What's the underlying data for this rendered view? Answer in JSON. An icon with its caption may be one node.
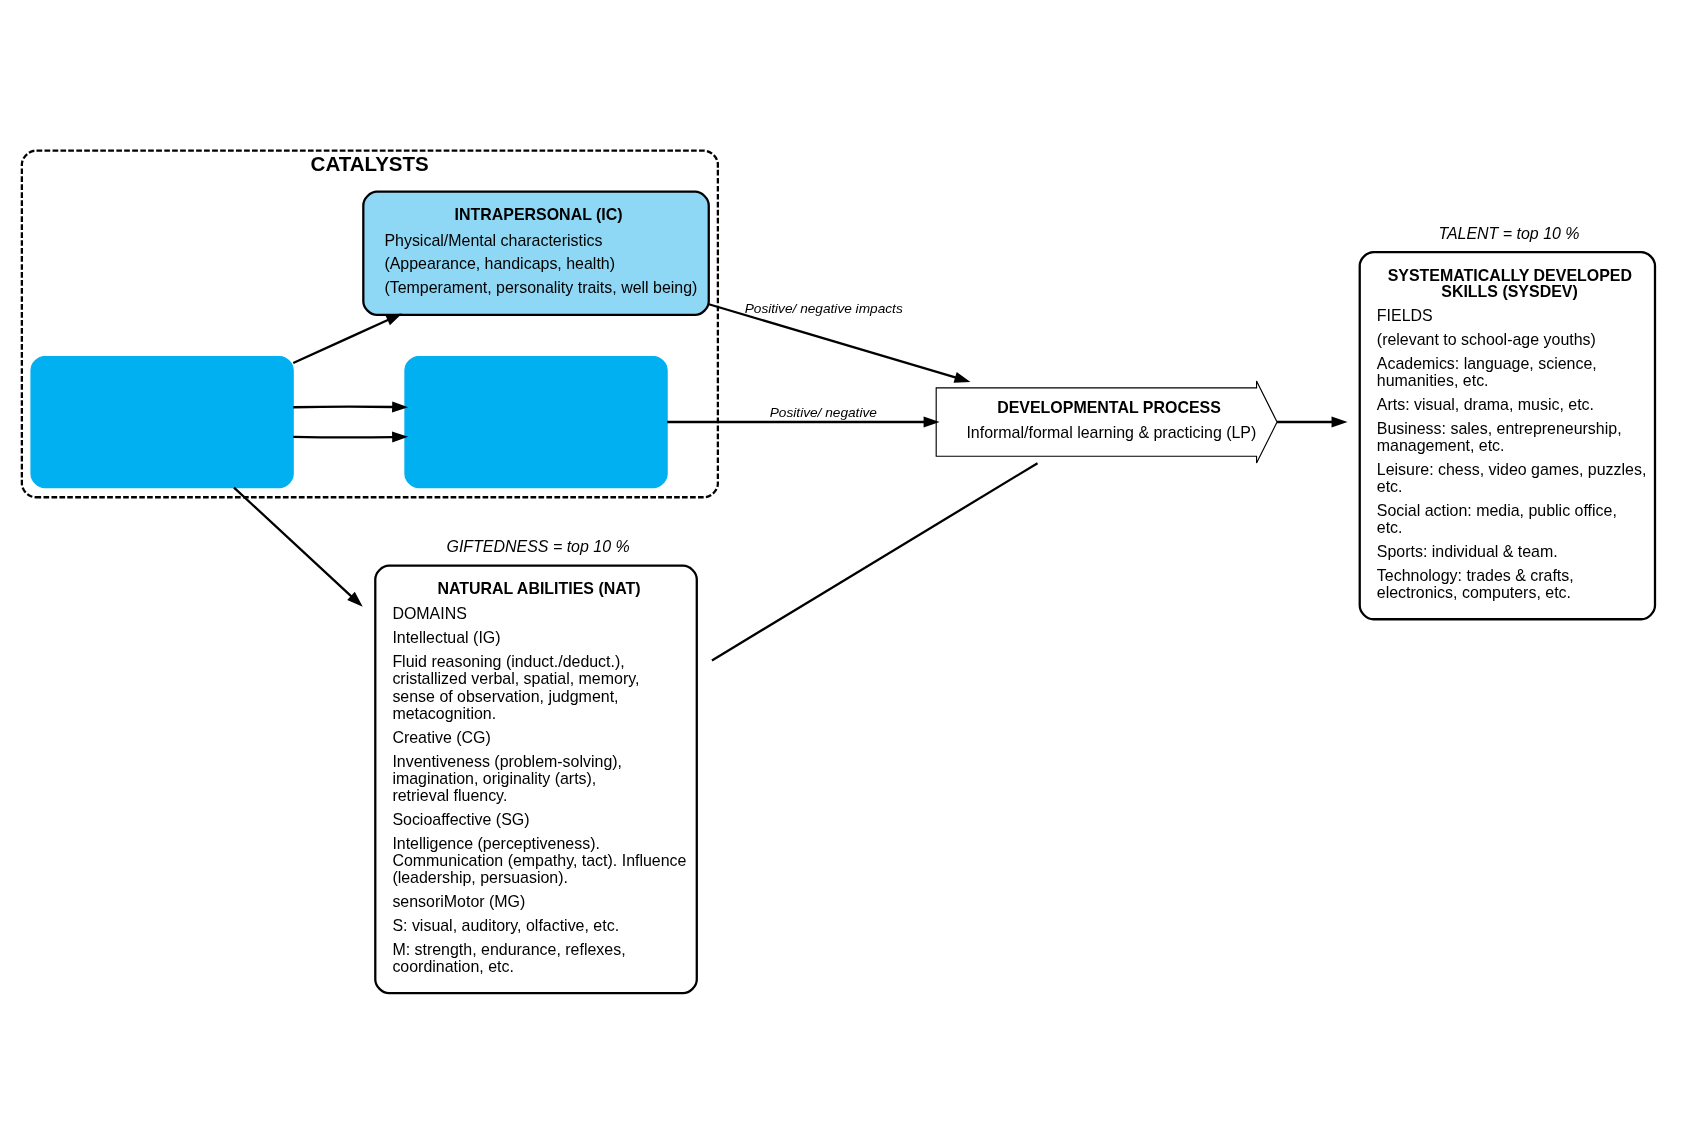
{
  "diagram": {
    "nodes": [
      {
        "text": [
          "CATALYSTS"
        ]
      },
      {
        "text": [
          "NATURAL ABILITIES (NAT)",
          "DOMAINS",
          "Intellectual (IG)",
          "Fluid reasoning (induct./deduct.), cristallized verbal, spatial, memory, sense of observation, judgment, metacognition.",
          "Creative (CG)",
          "Inventiveness (problem-solving), imagination, originality (arts), retrieval fluency.",
          "Socioaffective (SG)",
          "Intelligence (perceptiveness). Communication (empathy, tact). Influence (leadership, persuasion).",
          "sensoriMotor (MG)",
          "S: visual, auditory, olfactive, etc.",
          "M: strength, endurance, reflexes, coordination, etc."
        ],
        "beside": [
          "GIFTEDNESS = top 10 %"
        ]
      },
      {
        "text": [
          "INTRAPERSONAL (IC)",
          "Physical/Mental characteristics",
          "(Appearance, handicaps, health)",
          "(Temperament, personality traits, well being)"
        ],
        "in": 0
      },
      {
        "text": [
          "DEVELOPMENTAL PROCESS",
          "Informal/formal learning & practicing (LP)"
        ]
      },
      {
        "text": [
          "SYSTEMATICALLY DEVELOPED SKILLS (SYSDEV)",
          "FIELDS",
          "(relevant to school-age youths)",
          "Academics: language, science, humanities, etc.",
          "Arts: visual, drama, music, etc.",
          "Business: sales, entrepreneurship, management, etc.",
          "Leisure: chess, video games, puzzles, etc.",
          "Social action: media, public office, etc.",
          "Sports: individual & team.",
          "Technology: trades & crafts, electronics, computers, etc."
        ],
        "beside": [
          "TALENT = top 10 %"
        ]
      },
      {
        "text": [],
        "shape": "box",
        "in": 0
      },
      {
        "text": [],
        "shape": "box",
        "in": 0
      }
    ],
    "edges": [
      {
        "from": 1,
        "to": 3,
        "arrow": "none"
      },
      {
        "from": 3,
        "to": 4,
        "arrow": "to"
      },
      {
        "from": 2,
        "to": 3,
        "arrow": "to",
        "label": "Positive/ negative impacts"
      },
      {
        "from": 6,
        "to": 3,
        "arrow": "to",
        "label": "Positive/ negative"
      },
      {
        "from": 5,
        "to": 1,
        "arrow": "to"
      },
      {
        "from": 5,
        "to": 2,
        "arrow": "to"
      },
      {
        "from": 5,
        "to": 6,
        "arrow": "to"
      },
      {
        "from": 5,
        "to": 6,
        "arrow": "to"
      }
    ]
  }
}
